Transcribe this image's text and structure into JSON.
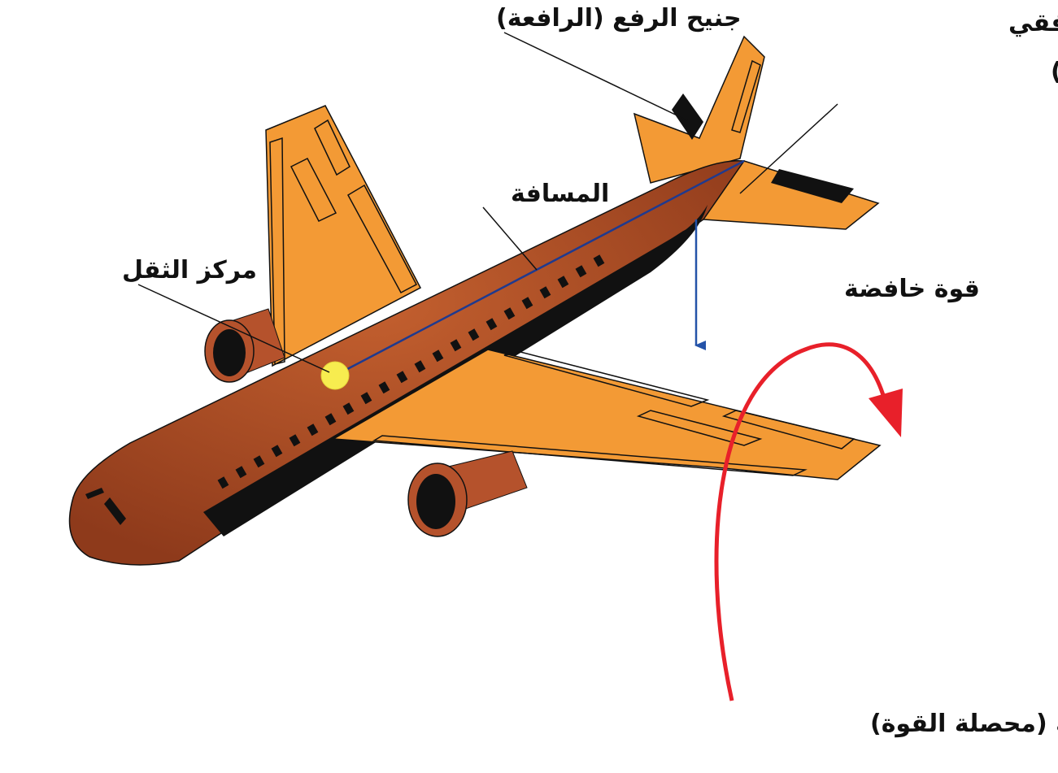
{
  "labels": {
    "elevator": "جنيح الرفع (الرافعة)",
    "stabilizer_line1": "المُقرِ الأفقي",
    "stabilizer_line2": "(السطح الثابت الأفقي)",
    "distance": "المسافة",
    "center_of_gravity": "مركز الثقل",
    "downforce": "قوة خافضة",
    "resultant_force": "القوة الناتجة (محصلة القوة)"
  },
  "colors": {
    "wing_orange": "#f39a35",
    "fuselage_brown": "#b8522b",
    "fuselage_dark": "#6b2a14",
    "engine_brown": "#b5522c",
    "cg_yellow": "#f7ec4f",
    "distance_line_blue": "#1f3a8f",
    "downforce_arrow_blue": "#2453a8",
    "resultant_arrow_red": "#e8202a",
    "outline": "#111111"
  }
}
